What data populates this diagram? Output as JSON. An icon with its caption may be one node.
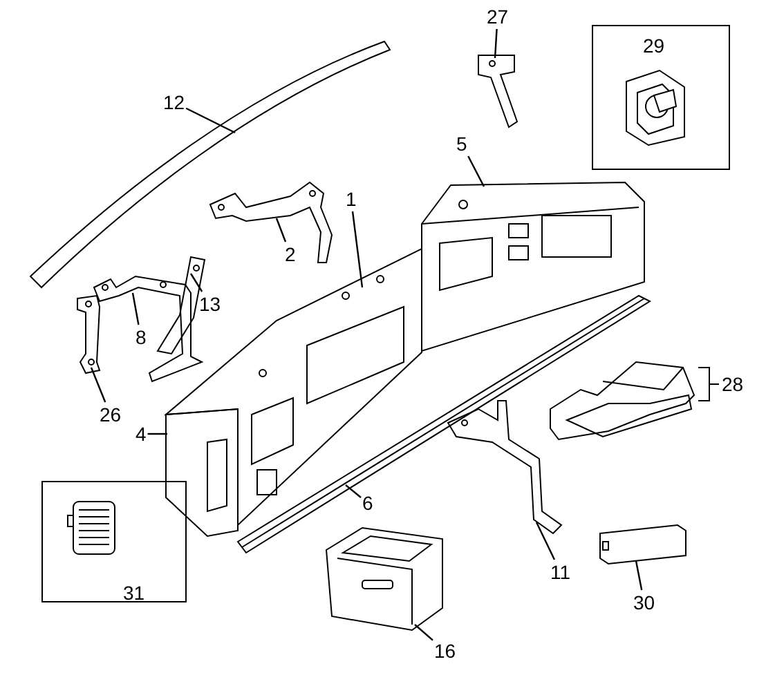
{
  "diagram": {
    "nodes": [
      {
        "text": [
          "27"
        ]
      },
      {
        "text": [],
        "shape": "picture"
      },
      {
        "text": [
          "29"
        ]
      },
      {
        "text": [],
        "shape": "picture",
        "in": 2
      },
      {
        "text": [
          "12"
        ]
      },
      {
        "text": [],
        "shape": "picture"
      },
      {
        "text": [
          "5"
        ]
      },
      {
        "text": [],
        "shape": "picture"
      },
      {
        "text": [
          "1"
        ]
      },
      {
        "text": [],
        "shape": "picture"
      },
      {
        "text": [
          "2"
        ]
      },
      {
        "text": [],
        "shape": "picture"
      },
      {
        "text": [
          "13"
        ]
      },
      {
        "text": [],
        "shape": "picture"
      },
      {
        "text": [
          "8"
        ]
      },
      {
        "text": [],
        "shape": "picture"
      },
      {
        "text": [
          "26"
        ]
      },
      {
        "text": [],
        "shape": "picture"
      },
      {
        "text": [
          "4"
        ]
      },
      {
        "text": [],
        "shape": "picture"
      },
      {
        "text": [
          "6"
        ]
      },
      {
        "text": [],
        "shape": "picture"
      },
      {
        "text": [
          "11"
        ]
      },
      {
        "text": [],
        "shape": "picture"
      },
      {
        "text": [
          "31"
        ]
      },
      {
        "text": [],
        "shape": "picture",
        "in": 24
      },
      {
        "text": [
          "30"
        ]
      },
      {
        "text": [],
        "shape": "picture"
      },
      {
        "text": [
          "16"
        ]
      },
      {
        "text": [],
        "shape": "picture"
      }
    ],
    "edges": [
      {
        "from": 0,
        "to": 1,
        "arrow": "none"
      },
      {
        "from": 4,
        "to": 5,
        "arrow": "none"
      },
      {
        "from": 6,
        "to": 7,
        "arrow": "none"
      },
      {
        "from": 8,
        "to": 9,
        "arrow": "none"
      },
      {
        "from": 10,
        "to": 11,
        "arrow": "none"
      },
      {
        "from": 12,
        "to": 13,
        "arrow": "none"
      },
      {
        "from": 14,
        "to": 15,
        "arrow": "none"
      },
      {
        "from": 16,
        "to": 17,
        "arrow": "none"
      },
      {
        "from": 18,
        "to": 19,
        "arrow": "none"
      },
      {
        "from": 20,
        "to": 21,
        "arrow": "none"
      },
      {
        "from": 22,
        "to": 23,
        "arrow": "none"
      },
      {
        "from": 26,
        "to": 27,
        "arrow": "none"
      },
      {
        "from": 28,
        "to": 29,
        "arrow": "none"
      }
    ],
    "labels": [
      "28"
    ]
  }
}
